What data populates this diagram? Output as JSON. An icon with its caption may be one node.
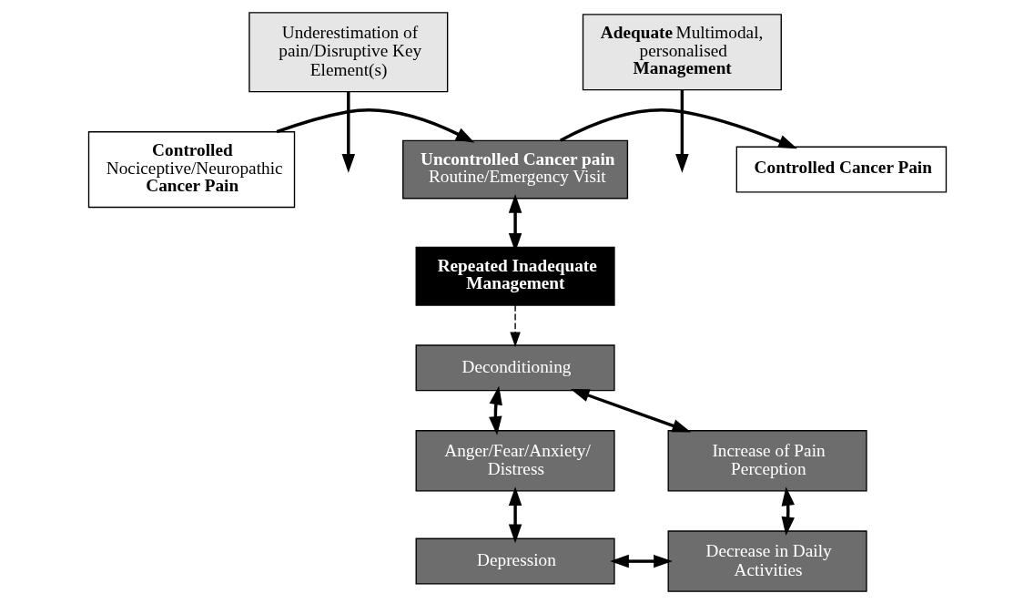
{
  "diagram": {
    "nodes": [
      {
        "text": [
          "**Controlled** Nociceptive/Neuropathic **Cancer Pain**"
        ]
      },
      {
        "text": [
          "Underestimation of pain/Disruptive Key Element(s)"
        ]
      },
      {
        "text": [
          "Uncontrolled Cancer pain",
          "Routine/Emergency Visit"
        ]
      },
      {
        "text": [
          "**Adequate** Multimodal, personalised **Management**"
        ]
      },
      {
        "text": [
          "Controlled Cancer Pain"
        ]
      },
      {
        "text": [
          "Repeated Inadequate Management"
        ]
      },
      {
        "text": [
          "Deconditioning"
        ]
      },
      {
        "text": [
          "Anger/Fear/Anxiety/ Distress"
        ]
      },
      {
        "text": [
          "Increase of Pain Perception"
        ]
      },
      {
        "text": [
          "Depression"
        ]
      },
      {
        "text": [
          "Decrease in Daily Activities"
        ]
      }
    ],
    "edges": [
      {
        "from": 0,
        "to": 2,
        "arrow": "to"
      },
      {
        "from": 1,
        "to": null,
        "arrow": "to"
      },
      {
        "from": 2,
        "to": 4,
        "arrow": "to"
      },
      {
        "from": 3,
        "to": null,
        "arrow": "to"
      },
      {
        "from": 2,
        "to": 5,
        "arrow": "both"
      },
      {
        "from": 5,
        "to": 6,
        "arrow": "to",
        "style": "dashed"
      },
      {
        "from": 6,
        "to": 7,
        "arrow": "both"
      },
      {
        "from": 6,
        "to": 8,
        "arrow": "both"
      },
      {
        "from": 7,
        "to": 9,
        "arrow": "both"
      },
      {
        "from": 9,
        "to": 10,
        "arrow": "both"
      },
      {
        "from": 10,
        "to": 8,
        "arrow": "both"
      }
    ]
  }
}
